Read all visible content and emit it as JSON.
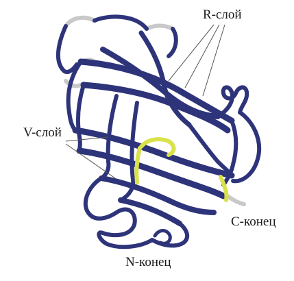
{
  "labels": {
    "r_layer": "R-слой",
    "v_layer": "V-слой",
    "c_terminus": "С-конец",
    "n_terminus": "N-конец"
  },
  "colors": {
    "ribbon": "#2e347a",
    "loop_grey": "#c9c9c9",
    "disulfide": "#d9e24a",
    "leader_line": "#555555"
  }
}
